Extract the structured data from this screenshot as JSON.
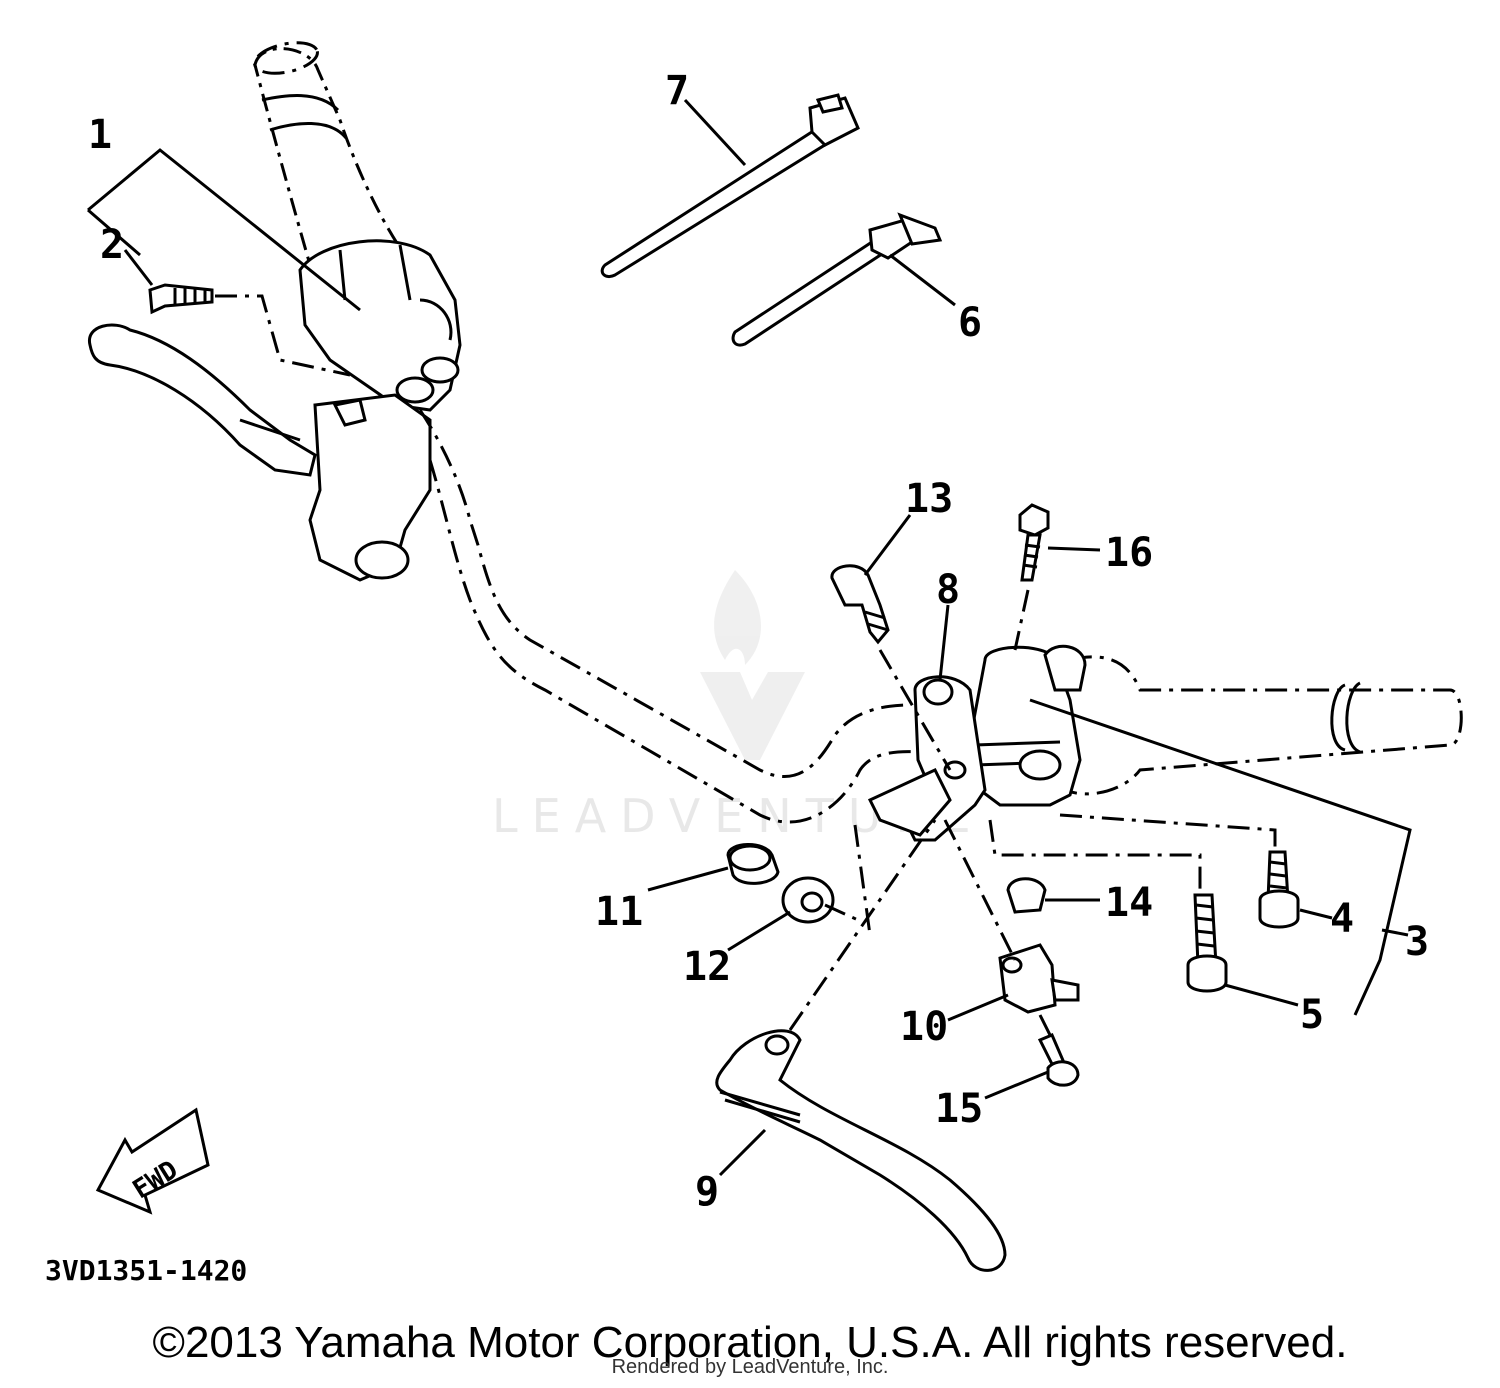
{
  "diagram": {
    "code": "3VD1351-1420",
    "fwd_label": "FWD",
    "callouts": [
      {
        "id": "1",
        "label": "1"
      },
      {
        "id": "2",
        "label": "2"
      },
      {
        "id": "3",
        "label": "3"
      },
      {
        "id": "4",
        "label": "4"
      },
      {
        "id": "5",
        "label": "5"
      },
      {
        "id": "6",
        "label": "6"
      },
      {
        "id": "7",
        "label": "7"
      },
      {
        "id": "8",
        "label": "8"
      },
      {
        "id": "9",
        "label": "9"
      },
      {
        "id": "10",
        "label": "10"
      },
      {
        "id": "11",
        "label": "11"
      },
      {
        "id": "12",
        "label": "12"
      },
      {
        "id": "13",
        "label": "13"
      },
      {
        "id": "14",
        "label": "14"
      },
      {
        "id": "15",
        "label": "15"
      },
      {
        "id": "16",
        "label": "16"
      }
    ]
  },
  "watermark": {
    "text": "LEADVENTURE"
  },
  "footer": {
    "copyright": "©2013 Yamaha Motor Corporation, U.S.A. All rights reserved.",
    "rendered_by": "Rendered by LeadVenture, Inc."
  }
}
